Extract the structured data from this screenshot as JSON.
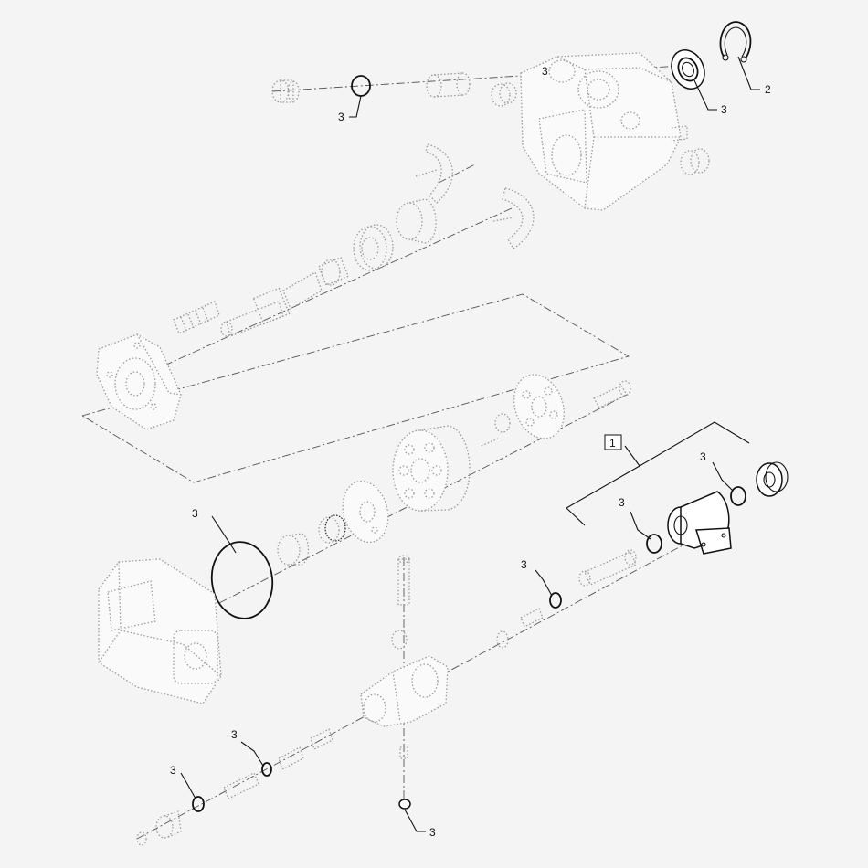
{
  "callouts": [
    {
      "label": "3"
    },
    {
      "label": "3"
    },
    {
      "label": "2"
    },
    {
      "label": "1"
    },
    {
      "label": "3"
    },
    {
      "label": "3"
    },
    {
      "label": "3"
    },
    {
      "label": "3"
    },
    {
      "label": "3"
    },
    {
      "label": "3"
    },
    {
      "label": "3"
    },
    {
      "label": "3"
    }
  ]
}
